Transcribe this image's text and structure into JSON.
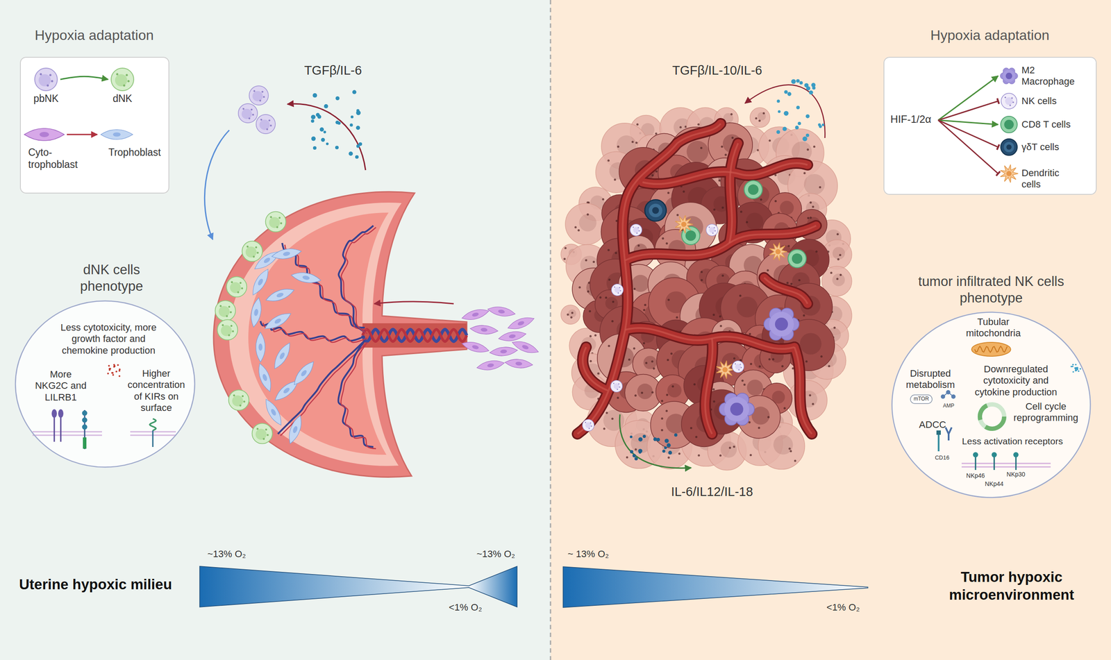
{
  "diagram": {
    "nodes": [
      {
        "text": [
          "Hypoxia adaptation"
        ]
      },
      {
        "text": [
          "pbNK"
        ],
        "in": 0
      },
      {
        "text": [
          "dNK"
        ],
        "in": 0
      },
      {
        "text": [
          "Cyto- trophoblast"
        ],
        "in": 0
      },
      {
        "text": [
          "Trophoblast"
        ],
        "in": 0
      },
      {
        "text": [
          "dNK cells phenotype",
          "Less cytotoxicity, more growth factor and chemokine production",
          "More NKG2C and LILRB1",
          "Higher concentration of KIRs on surface"
        ]
      },
      {
        "text": [
          "Hypoxia adaptation"
        ]
      },
      {
        "text": [
          "HIF-1/2α"
        ],
        "in": 6
      },
      {
        "text": [
          "M2 Macrophage"
        ],
        "in": 6
      },
      {
        "text": [
          "NK cells"
        ],
        "in": 6
      },
      {
        "text": [
          "CD8 T cells"
        ],
        "in": 6
      },
      {
        "text": [
          "γδT cells"
        ],
        "in": 6
      },
      {
        "text": [
          "Dendritic cells"
        ],
        "in": 6
      },
      {
        "text": [
          "tumor infiltrated NK cells phenotype",
          "Tubular mitochondria",
          "Disrupted metabolism",
          "mTOR",
          "AMP",
          "Downregulated cytotoxicity and cytokine production",
          "Cell cycle reprogramming",
          "ADCC",
          "CD16",
          "Less activation receptors",
          "NKp46",
          "NKp44",
          "NKp30"
        ]
      }
    ],
    "edges": [
      {
        "from": 1,
        "to": 2,
        "arrow": "to"
      },
      {
        "from": 3,
        "to": 4,
        "arrow": "to"
      },
      {
        "from": 7,
        "to": 8,
        "arrow": "to"
      },
      {
        "from": 7,
        "to": 9,
        "arrow": "to"
      },
      {
        "from": 7,
        "to": 10,
        "arrow": "to"
      },
      {
        "from": 7,
        "to": 11,
        "arrow": "to"
      },
      {
        "from": 7,
        "to": 12,
        "arrow": "to"
      }
    ],
    "labels": [
      "TGFβ/IL-6",
      "TGFβ/IL-10/IL-6",
      "IL-6/IL12/IL-18",
      "~13% O₂",
      "~13% O₂",
      "<1% O₂",
      "Uterine hypoxic milieu",
      "~ 13% O₂",
      "<1% O₂",
      "Tumor hypoxic microenvironment"
    ]
  }
}
